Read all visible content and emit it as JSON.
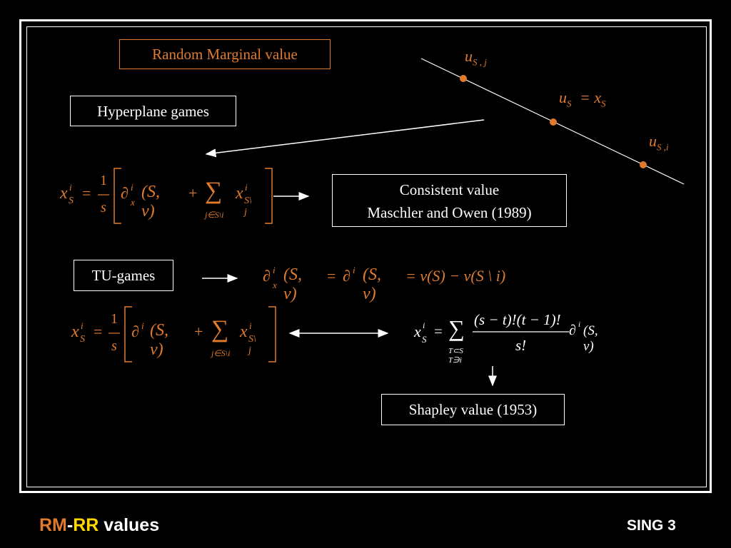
{
  "boxes": {
    "random_marginal": "Random Marginal value",
    "hyperplane": "Hyperplane games",
    "consistent_line1": "Consistent value",
    "consistent_line2": "Maschler and Owen (1989)",
    "tu_games": "TU-games",
    "shapley": "Shapley value (1953)"
  },
  "diagram": {
    "label_top": "u",
    "label_top_sub": "S , j",
    "label_mid": "u",
    "label_mid_sub": "S",
    "label_mid_eq": "= x",
    "label_mid_eq_sub": "S",
    "label_bot": "u",
    "label_bot_sub": "S ,i"
  },
  "formulas": {
    "x": "x",
    "sup_i": "i",
    "sub_S": "S",
    "eq": "=",
    "one": "1",
    "s": "s",
    "partial": "∂",
    "sub_x": "x",
    "S_v": "(S, v)",
    "plus": "+",
    "sum": "∑",
    "sum_sub": "j∈S\\i",
    "sub_S_minus_j": "S\\ j",
    "tu_rhs": "= v(S) − v(S \\ i)",
    "shap_num": "(s − t)!(t − 1)!",
    "shap_den": "s!",
    "shap_sum_sub1": "T⊂S",
    "shap_sum_sub2": "T∋i"
  },
  "footer": {
    "title_rm": "RM",
    "title_dash": "-",
    "title_rr": "RR",
    "title_rest": " values",
    "right": "SING 3"
  },
  "colors": {
    "accent": "#e07b2e",
    "yellow": "#ffd700",
    "background": "#000000",
    "text": "#ffffff"
  }
}
